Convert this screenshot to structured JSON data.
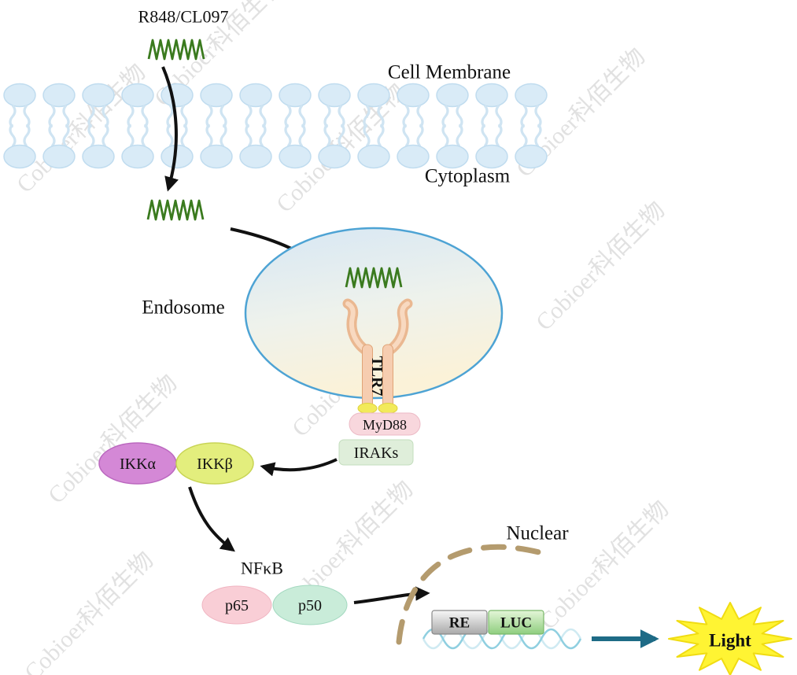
{
  "watermark": {
    "text": "Cobioer科佰生物"
  },
  "labels": {
    "ligand": "R848/CL097",
    "cell_membrane": "Cell Membrane",
    "cytoplasm": "Cytoplasm",
    "endosome": "Endosome",
    "receptor": "TLR7",
    "adapter": "MyD88",
    "kinases": "IRAKs",
    "ikk_alpha": "IKKα",
    "ikk_beta": "IKKβ",
    "nfkb": "NFκB",
    "p65": "p65",
    "p50": "p50",
    "nuclear": "Nuclear",
    "response_element": "RE",
    "reporter": "LUC",
    "light": "Light"
  },
  "colors": {
    "zigzag": "#3a7a1e",
    "membrane_lipid": "#d9ebf7",
    "endosome_border": "#4da3d4",
    "receptor_body": "#f6cdb0",
    "receptor_text": "#7a3a10",
    "myd88_fill": "#f8d7dd",
    "myd88_text": "#8a2f42",
    "iraks_fill": "#dfeeda",
    "ikka_fill": "#d488d6",
    "ikkb_fill": "#e3ee7d",
    "p65_fill": "#f9ced6",
    "p50_fill": "#c9ecd9",
    "nuclear_membrane": "#b49b6e",
    "re_text": "#1c6b1c",
    "luc_text": "#c44fc4",
    "light_star": "#fff433",
    "light_text": "#18a428",
    "light_arrow": "#1e6b86",
    "arrow": "#111111",
    "watermark": "#dcdcdc"
  }
}
